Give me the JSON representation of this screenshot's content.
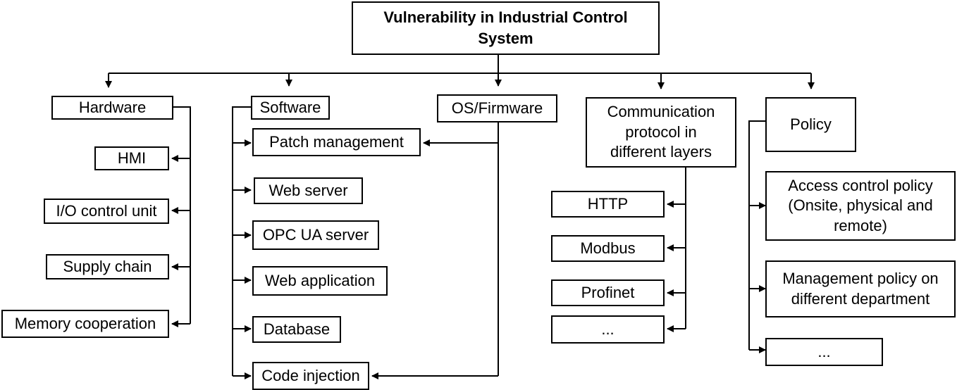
{
  "root": "Vulnerability in Industrial Control\nSystem",
  "categories": {
    "hardware": "Hardware",
    "software": "Software",
    "os_firmware": "OS/Firmware",
    "communication": "Communication\nprotocol in\ndifferent layers",
    "policy": "Policy"
  },
  "hardware_items": [
    "HMI",
    "I/O control unit",
    "Supply chain",
    "Memory cooperation"
  ],
  "software_items": [
    "Patch management",
    "Web server",
    "OPC UA server",
    "Web application",
    "Database",
    "Code injection"
  ],
  "communication_items": [
    "HTTP",
    "Modbus",
    "Profinet",
    "..."
  ],
  "policy_items": [
    "Access control policy\n(Onsite, physical and\nremote)",
    "Management policy on\ndifferent department",
    "..."
  ]
}
